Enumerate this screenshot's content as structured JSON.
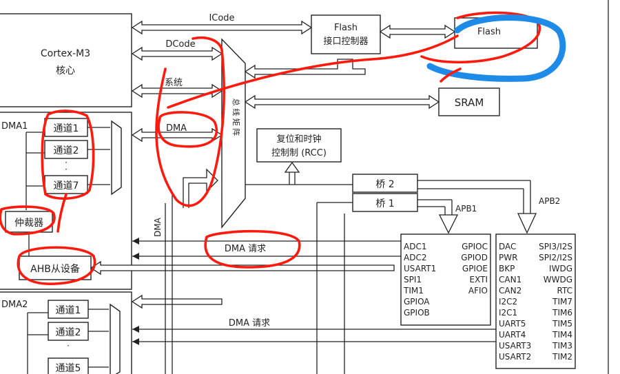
{
  "cpu": {
    "name": "Cortex-M3",
    "sub": "核心"
  },
  "flash_if": {
    "line1": "Flash",
    "line2": "接口控制器"
  },
  "flash": "Flash",
  "sram": "SRAM",
  "rcc": {
    "line1": "复位和时钟",
    "line2": "控制制 (RCC)"
  },
  "buses": {
    "icode": "ICode",
    "dcode": "DCode",
    "system": "系统",
    "dma": "DMA"
  },
  "matrix_label": "总 线 矩 阵",
  "dma1": {
    "title": "DMA1",
    "channels": [
      "通道1",
      "通道2",
      "·",
      "·",
      "通道7"
    ]
  },
  "dma2": {
    "title": "DMA2",
    "channels": [
      "通道1",
      "通道2",
      "·",
      "通道5"
    ]
  },
  "arbiter": "仲裁器",
  "ahb_slave": "AHB从设备",
  "dma_label_vertical": "DMA",
  "dma_request": "DMA  请求",
  "bridges": {
    "b2": "桥  2",
    "b1": "桥  1"
  },
  "apb1": {
    "label": "APB1",
    "col1": [
      "ADC1",
      "ADC2",
      "USART1",
      "SPI1",
      "TIM1",
      "GPIOA",
      "GPIOB"
    ],
    "col2": [
      "GPIOC",
      "GPIOD",
      "GPIOE",
      "EXTI",
      "AFIO"
    ]
  },
  "apb2": {
    "label": "APB2",
    "col1": [
      "DAC",
      "PWR",
      "BKP",
      "CAN1",
      "CAN2",
      "I2C2",
      "I2C1",
      "UART5",
      "UART4",
      "USART3",
      "USART2"
    ],
    "col2": [
      "SPI3/I2S",
      "SPI2/I2S",
      "IWDG",
      "WWDG",
      "RTC",
      "TIM7",
      "TIM6",
      "TIM5",
      "TIM4",
      "TIM3",
      "TIM2"
    ]
  },
  "colors": {
    "ink_red": "#ff1a0d",
    "ink_blue": "#1f8be8",
    "line": "#222222"
  }
}
